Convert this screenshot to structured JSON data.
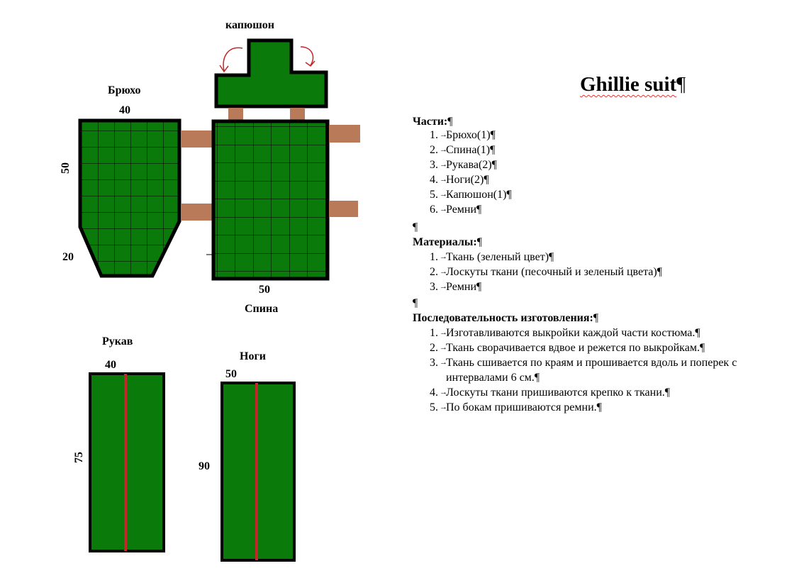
{
  "document": {
    "title": "Ghillie suit",
    "paragraph_mark": "¶",
    "sections": [
      {
        "heading": "Части:",
        "items": [
          "Брюхо(1)",
          "Спина(1)",
          "Рукава(2)",
          "Ноги(2)",
          "Капюшон(1)",
          "Ремни"
        ]
      },
      {
        "heading": "Материалы:",
        "items": [
          "Ткань (зеленый цвет)",
          "Лоскуты ткани (песочный и зеленый цвета)",
          "Ремни"
        ]
      },
      {
        "heading": "Последовательность изготовления:",
        "items": [
          "Изготавливаются выкройки каждой части костюма.",
          "Ткань сворачивается вдвое и режется по выкройкам.",
          "Ткань сшивается по краям и прошивается вдоль и поперек с интервалами 6 см.",
          "Лоскуты ткани пришиваются крепко к ткани.",
          "По бокам пришиваются ремни."
        ]
      }
    ]
  },
  "diagram": {
    "colors": {
      "fabric": "#0a7a0a",
      "outline": "#000000",
      "strap": "#b87a58",
      "seam": "#c0282a",
      "arrow": "#c0282a"
    },
    "labels": {
      "hood": "капюшон",
      "belly": "Брюхо",
      "belly_width": "40",
      "belly_height": "50",
      "belly_bottom": "20",
      "back": "Спина",
      "back_width": "50",
      "sleeve": "Рукав",
      "sleeve_width": "40",
      "sleeve_height": "75",
      "legs": "Ноги",
      "legs_width": "50",
      "legs_height": "90"
    }
  }
}
